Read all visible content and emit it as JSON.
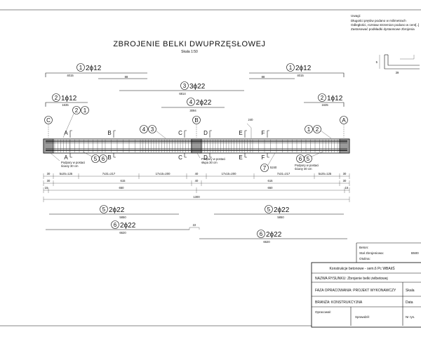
{
  "notes": {
    "heading": "Uwagi:",
    "lines": [
      "Długości prętów podano w milimetrach",
      "Odległości, rozstaw strzemion podano w cent[..]",
      "Zastosować podkładki dystansowe zbrojenia"
    ]
  },
  "title": "ZBROJENIE BELKI DWUPRZĘSŁOWEJ",
  "scale": "Skala 1:50",
  "bars": {
    "b1_left": {
      "num": "1",
      "label": "2ϕ12",
      "length": "4015",
      "sub": "88"
    },
    "b1_right": {
      "num": "1",
      "label": "2ϕ12",
      "length": "4015",
      "sub": "88"
    },
    "b3": {
      "num": "3",
      "label": "3ϕ22",
      "length": "6814"
    },
    "b2_left": {
      "num": "2",
      "label": "1ϕ12",
      "length": "1635"
    },
    "b2_right": {
      "num": "2",
      "label": "1ϕ12",
      "length": "1635"
    },
    "b4": {
      "num": "4",
      "label": "2ϕ22",
      "length": "3094"
    },
    "b5_left": {
      "num": "5",
      "label": "2ϕ22",
      "length": "5850"
    },
    "b5_right": {
      "num": "5",
      "label": "2ϕ22",
      "length": "5850"
    },
    "b6_left": {
      "num": "6",
      "label": "2ϕ22",
      "length": "6620"
    },
    "b6_right": {
      "num": "6",
      "label": "2ϕ22",
      "length": "6620"
    },
    "b6_gap": "22"
  },
  "beam": {
    "supports": {
      "left": "C",
      "mid": "B",
      "right": "A"
    },
    "sections": [
      "A",
      "B",
      "C",
      "D",
      "E",
      "F"
    ],
    "callouts": {
      "top_left_pair": [
        "2",
        "1"
      ],
      "top_mid_pair": [
        "4",
        "3"
      ],
      "top_right_pair": [
        "1",
        "2"
      ],
      "bot_left_pair": [
        "5",
        "6"
      ],
      "bot_right_pair": [
        "6",
        "5"
      ],
      "stirrup": "7",
      "stirrup_len": "5240",
      "top_mark": "240"
    },
    "support_notes": {
      "left": [
        "Podpory w postaci",
        "ściany 30 cm"
      ],
      "mid": [
        "Podpory w postaci",
        "słupa 30 cm"
      ],
      "right": [
        "Podpory w postaci",
        "ściany 30 cm"
      ]
    },
    "dims_row1": [
      "30",
      "5x25=125",
      "7x31=217",
      "17x15=200",
      "40",
      "17x15=200",
      "7x31=217",
      "5x25=125",
      "30"
    ],
    "dims_row2": [
      "30",
      "615",
      "40",
      "615",
      "30"
    ],
    "dims_row3": [
      "15",
      "650",
      "650",
      "15"
    ],
    "dims_total": "1300"
  },
  "stirrup_detail": {
    "dim_a": "5",
    "dim_b": "39"
  },
  "info": {
    "beton": "Beton:",
    "stal": "Stal zbrojeniowa:",
    "stal_val": "B500",
    "otulina": "Otulina:"
  },
  "title_block": {
    "course": "Konstrukcje betonowe - sem.6 Pc WBAiIŚ",
    "drawing_name": "NAZWA RYSUNKU: Zbrojenie belki żelbetowej",
    "phase": "FAZA OPRACOWANIA: PROJEKT WYKONAWCZY",
    "scale_label": "Skala",
    "branch": "BRANŻA: KONSTRUKCYJNA",
    "date_label": "Data",
    "prepared": "Opracował:",
    "checked": "Sprawdził:",
    "drawing_no": "Nr rys."
  }
}
